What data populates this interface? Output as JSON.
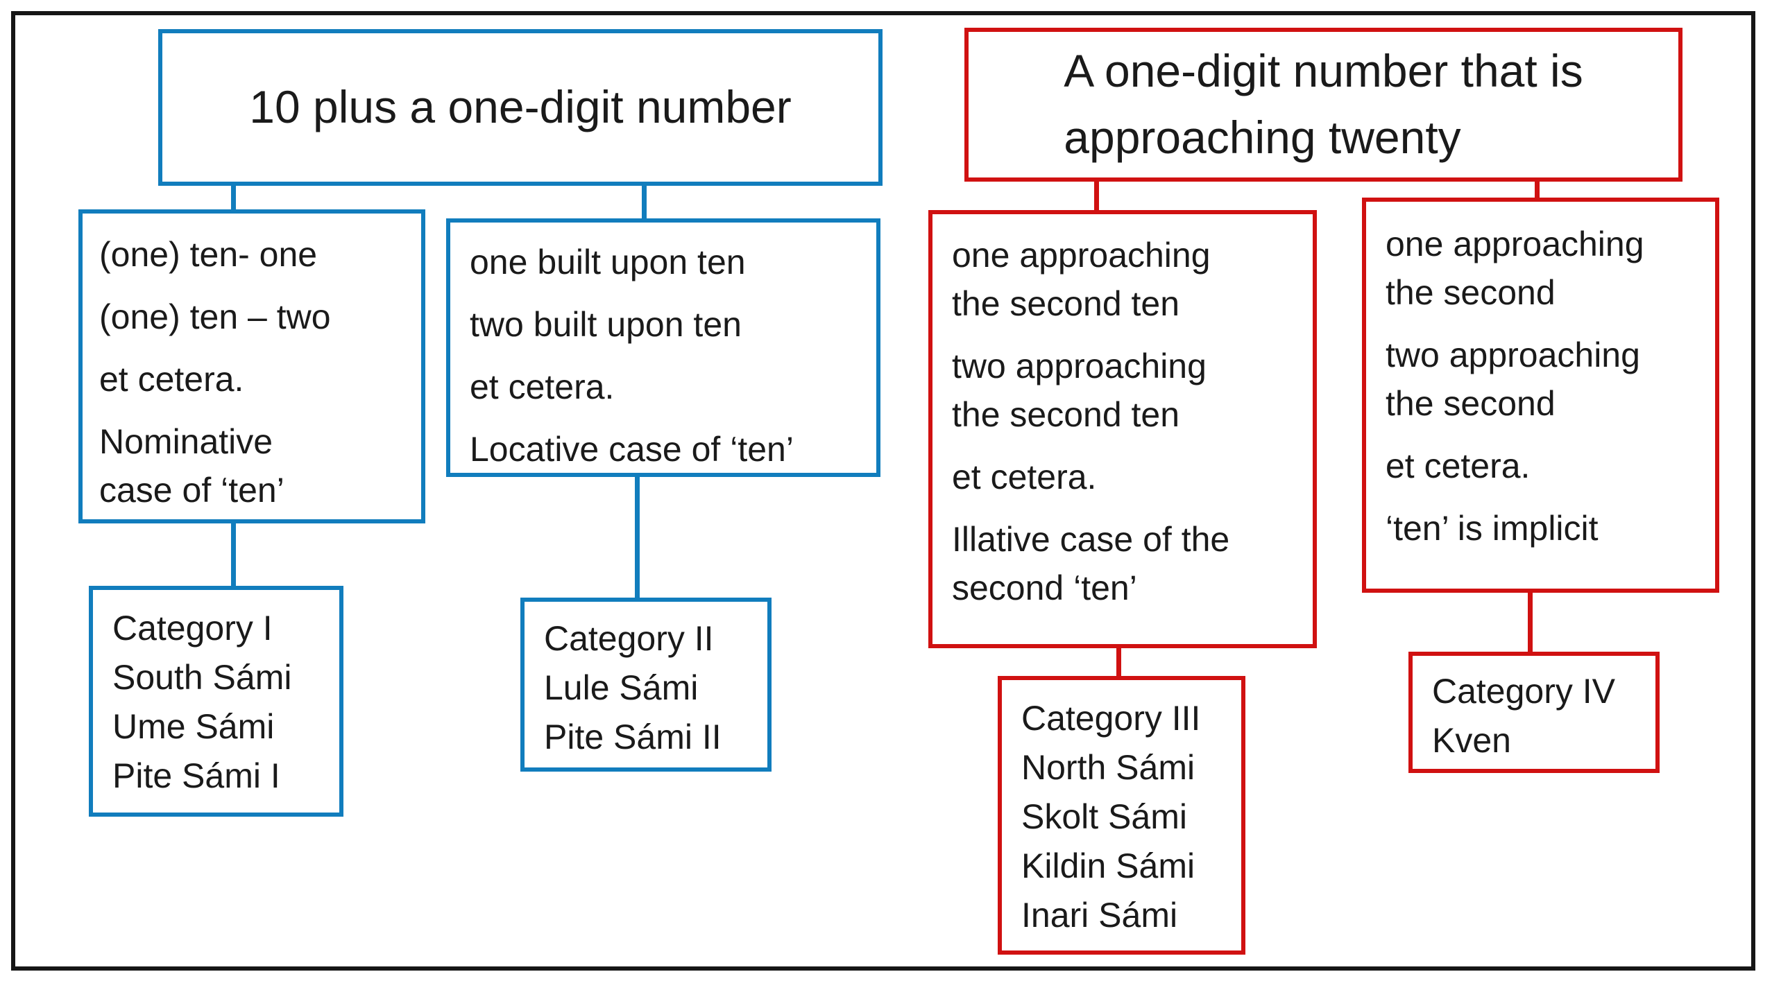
{
  "palette": {
    "blue": "#117dbd",
    "red": "#d01111",
    "frame": "#161616",
    "text": "#1a1a1a"
  },
  "left_tree": {
    "root_label": "10 plus a one-digit number",
    "branch_left": {
      "paragraphs": [
        "(one) ten- one",
        "(one) ten – two",
        "et cetera.",
        "Nominative\ncase of ‘ten’"
      ]
    },
    "branch_right": {
      "paragraphs": [
        "one built upon ten",
        "two built upon ten",
        "et cetera.",
        "Locative case of ‘ten’"
      ]
    },
    "category_left": "Category I\nSouth Sámi\nUme Sámi\nPite Sámi I",
    "category_right": "Category II\nLule Sámi\nPite Sámi II"
  },
  "right_tree": {
    "root_label": "A one-digit number that is\napproaching twenty",
    "branch_left": {
      "paragraphs": [
        "one approaching\nthe second ten",
        "two approaching\nthe second ten",
        "et cetera.",
        "Illative case of the\nsecond ‘ten’"
      ]
    },
    "branch_right": {
      "paragraphs": [
        "one approaching\nthe second",
        "two approaching\nthe second",
        "et cetera.",
        "‘ten’ is implicit"
      ]
    },
    "category_left": "Category III\nNorth Sámi\nSkolt Sámi\nKildin Sámi\nInari Sámi",
    "category_right": "Category IV\nKven"
  }
}
